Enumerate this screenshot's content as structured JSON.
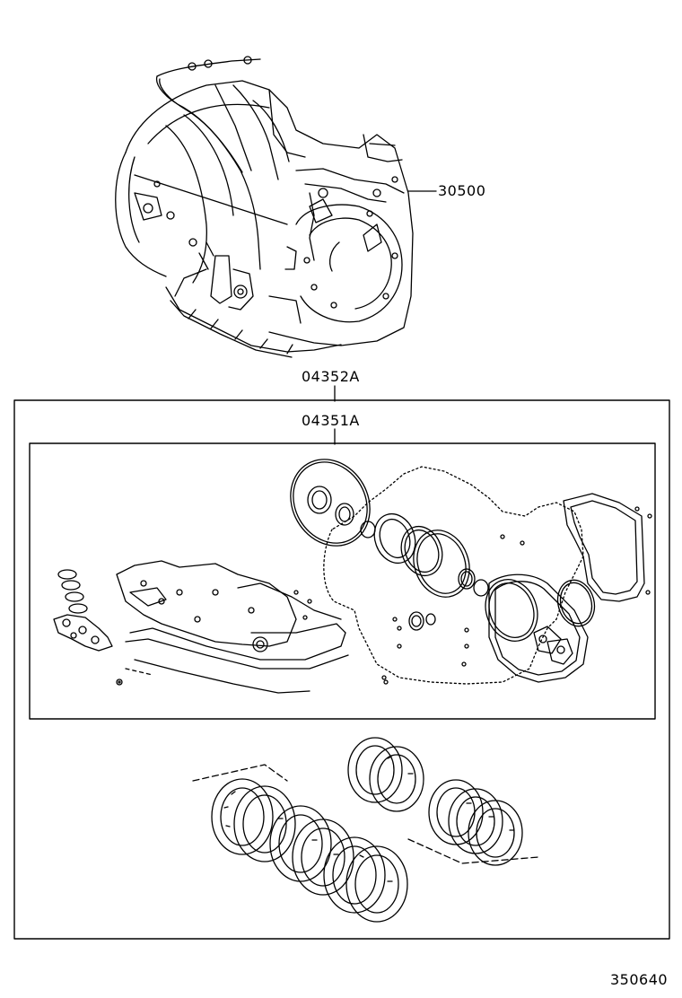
{
  "callouts": {
    "transaxle": "30500",
    "overhaul_kit": "04352A",
    "gasket_kit": "04351A"
  },
  "diagram_id": "350640"
}
